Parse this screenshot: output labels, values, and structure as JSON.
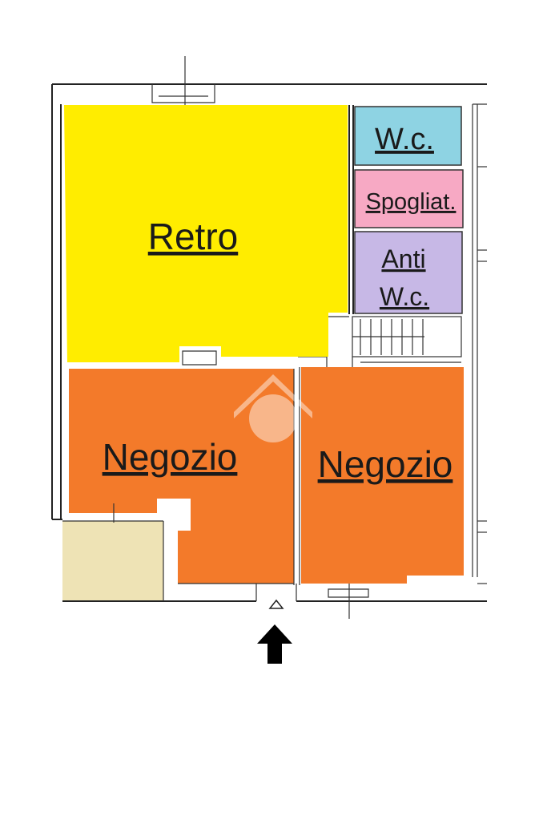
{
  "floor_plan": {
    "rooms": [
      {
        "id": "retro",
        "label": "Retro",
        "color": "#FFED00"
      },
      {
        "id": "wc",
        "label": "W.c.",
        "color": "#8ED3E3"
      },
      {
        "id": "spogliatoio",
        "label": "Spogliat.",
        "color": "#F7A9C4"
      },
      {
        "id": "anti_wc",
        "label_line1": "Anti",
        "label_line2": "W.c.",
        "color": "#C7B8E6"
      },
      {
        "id": "negozio_left",
        "label": "Negozio",
        "color": "#F37A2A"
      },
      {
        "id": "negozio_right",
        "label": "Negozio",
        "color": "#F37A2A"
      },
      {
        "id": "patio",
        "label": "",
        "color": "#EEE3B5"
      }
    ],
    "entrance_arrow": {
      "direction": "up",
      "color": "#000000"
    },
    "watermark": {
      "color": "#FFFFFF"
    }
  }
}
